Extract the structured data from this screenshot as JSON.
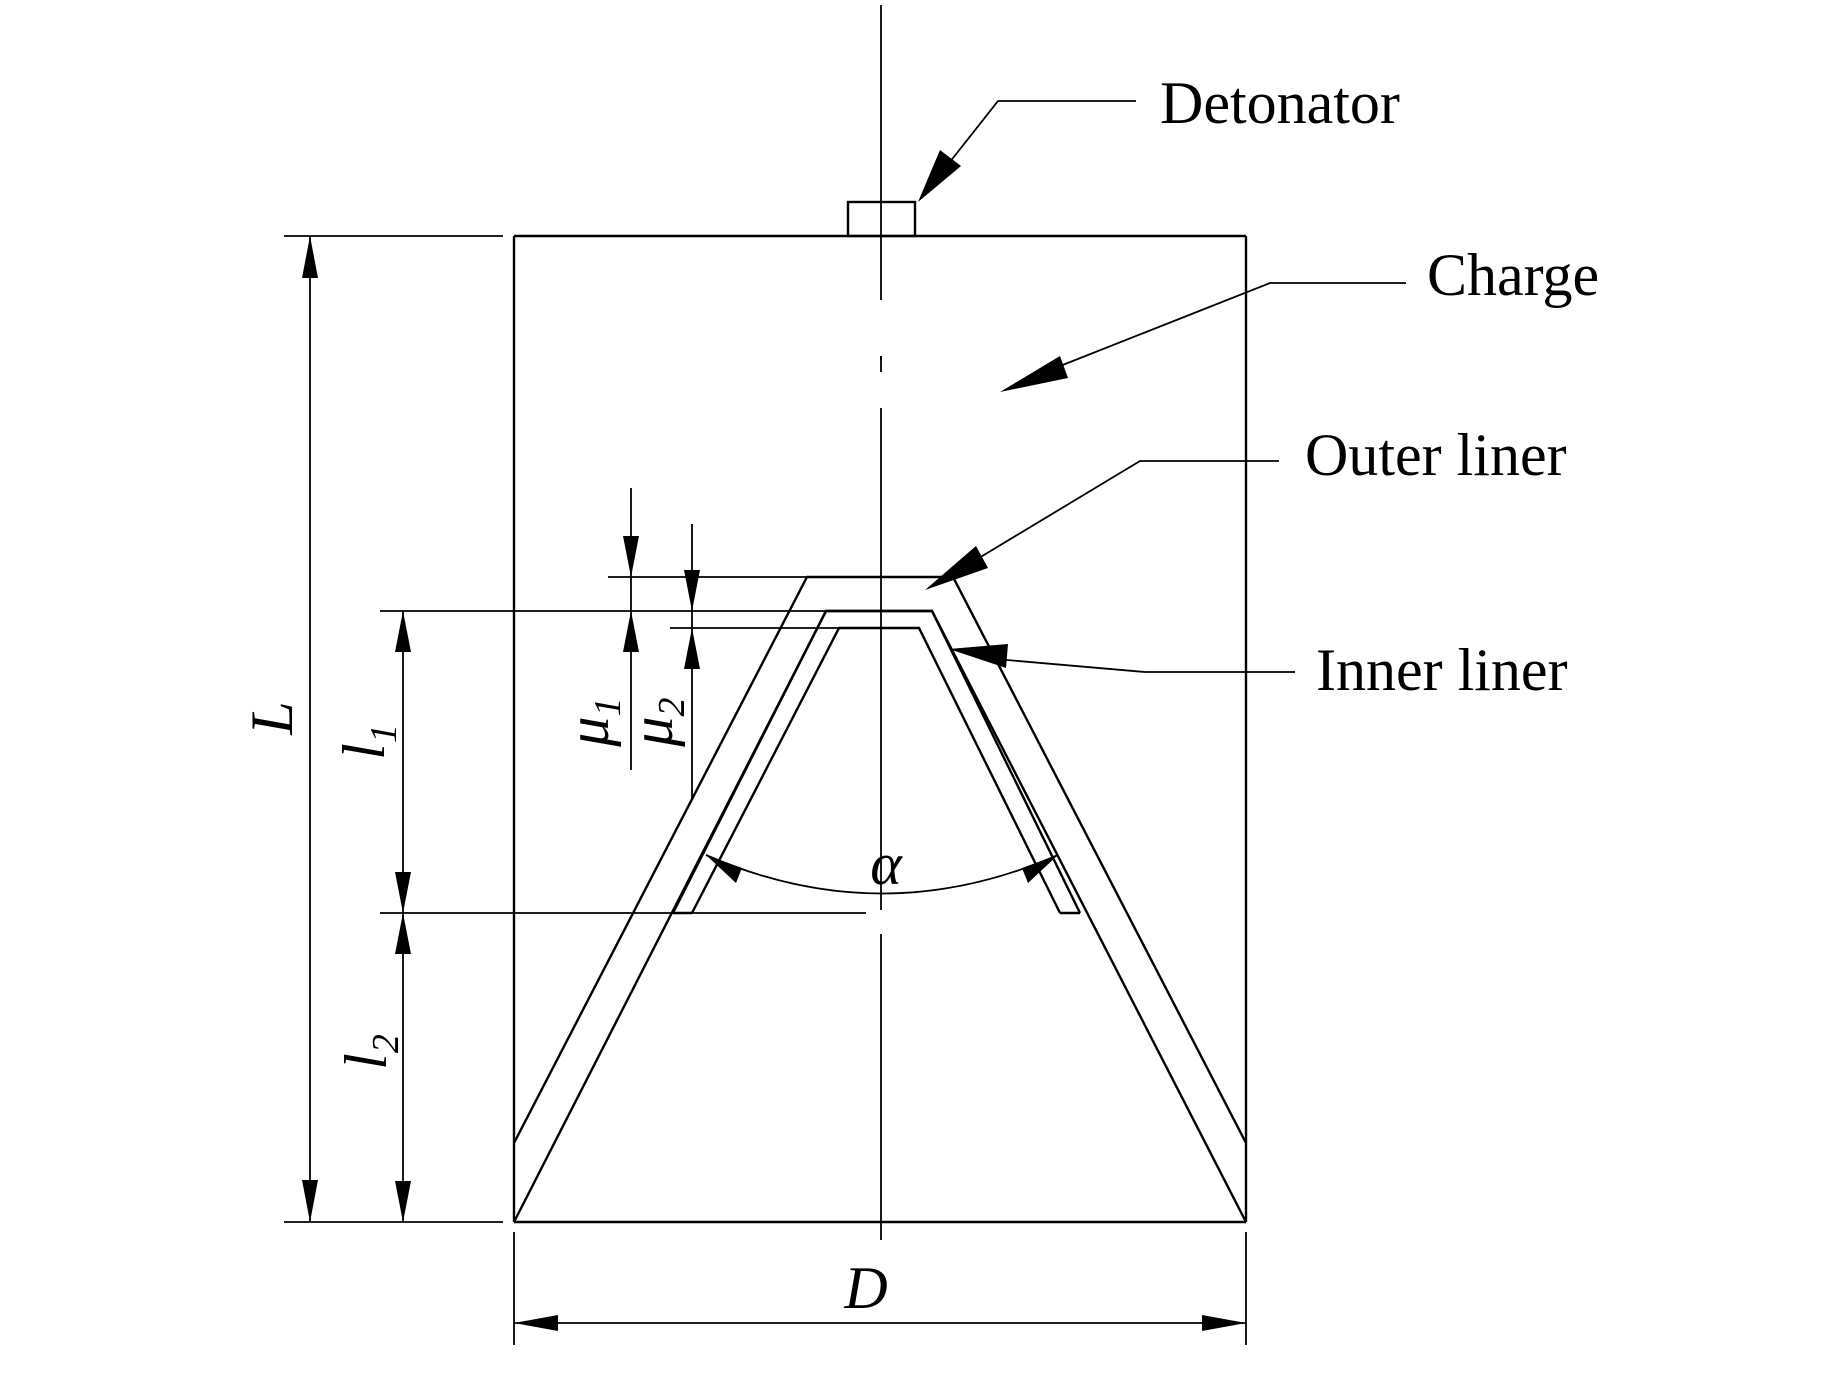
{
  "figure": {
    "labels": {
      "detonator": "Detonator",
      "charge": "Charge",
      "outer_liner": "Outer liner",
      "inner_liner": "Inner liner"
    },
    "dimensions": {
      "total_length": "L",
      "outer_cone_height": {
        "base": "l",
        "sub": "1"
      },
      "lower_height": {
        "base": "l",
        "sub": "2"
      },
      "outer_thickness": {
        "base": "μ",
        "sub": "1"
      },
      "inner_thickness": {
        "base": "μ",
        "sub": "2"
      },
      "cone_angle": "α",
      "diameter": "D"
    }
  }
}
